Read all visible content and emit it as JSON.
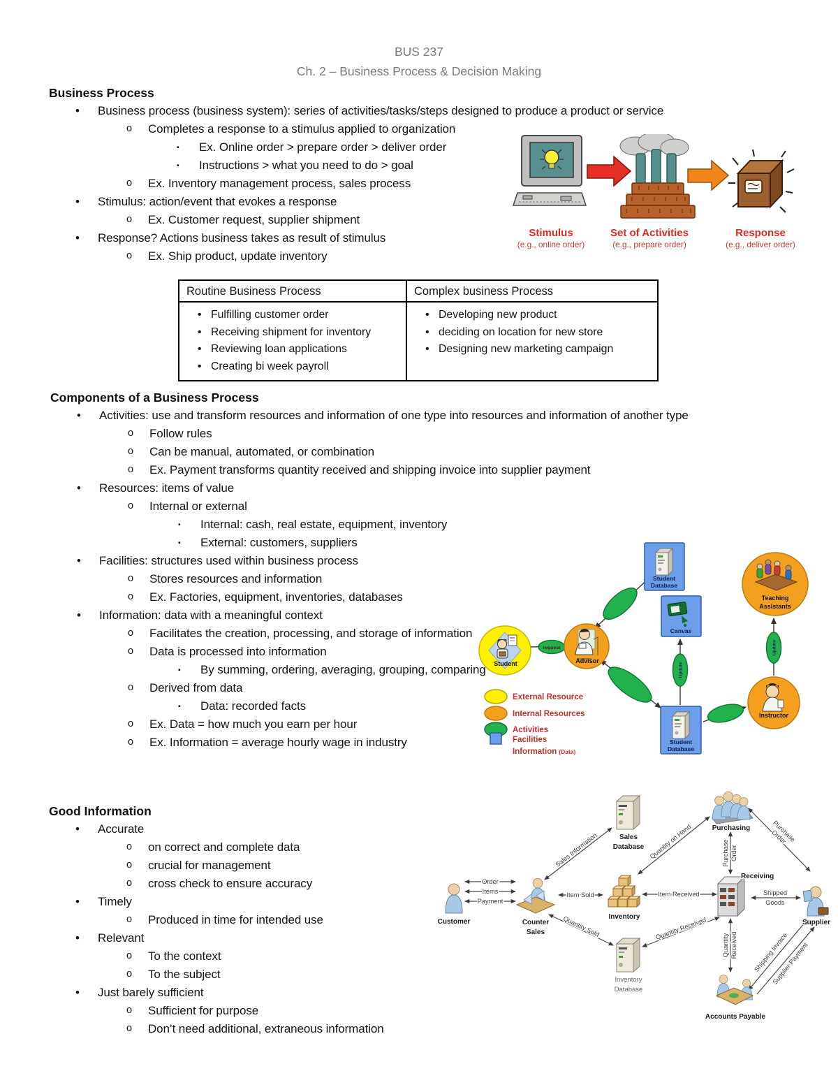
{
  "page": {
    "course": "BUS 237",
    "chapter": "Ch. 2 – Business Process & Decision Making"
  },
  "business_process": {
    "heading": "Business Process",
    "items": [
      "Business process (business system): series of activities/tasks/steps designed to produce a product or service",
      "Completes a response to a stimulus applied to organization",
      "Ex. Online order > prepare order > deliver order",
      "Instructions > what you need to do > goal",
      "Ex. Inventory management process, sales process",
      "Stimulus: action/event that evokes a response",
      "Ex. Customer request, supplier shipment",
      "Response? Actions business takes as result of stimulus",
      "Ex. Ship product, update inventory"
    ]
  },
  "stimulus_diagram": {
    "stimulus": {
      "label": "Stimulus",
      "caption": "(e.g., online order)"
    },
    "activities": {
      "label": "Set of Activities",
      "caption": "(e.g., prepare order)"
    },
    "response": {
      "label": "Response",
      "caption": "(e.g., deliver order)"
    }
  },
  "process_table": {
    "headers": [
      "Routine Business Process",
      "Complex business Process"
    ],
    "routine": [
      "Fulfilling customer order",
      "Receiving shipment for inventory",
      "Reviewing loan applications",
      "Creating bi week payroll"
    ],
    "complex": [
      "Developing new product",
      "deciding on location for new store",
      "Designing new marketing campaign"
    ]
  },
  "components": {
    "heading": "Components of a Business Process",
    "items": [
      "Activities: use and transform resources and information of one type into resources and information of another type",
      "Follow rules",
      "Can be manual, automated, or combination",
      "Ex. Payment transforms quantity received and shipping invoice into supplier payment",
      "Resources: items of value",
      "Internal or external",
      "Internal: cash, real estate, equipment, inventory",
      "External: customers, suppliers",
      "Facilities: structures used within business process",
      "Stores resources and information",
      "Ex. Factories, equipment, inventories, databases",
      "Information: data with a meaningful context",
      "Facilitates the creation, processing, and storage of information",
      "Data is processed into information",
      "By summing, ordering, averaging, grouping, comparing",
      "Derived from data",
      "Data: recorded facts",
      "Ex. Data = how much you earn per hour",
      "Ex. Information = average hourly wage in industry"
    ]
  },
  "advising_diagram": {
    "nodes": {
      "student": "Student",
      "advisor": "Advisor",
      "student_database_top": [
        "Student",
        "Database"
      ],
      "canvas": "Canvas",
      "teaching_assistants": [
        "Teaching",
        "Assistants"
      ],
      "student_database_bottom": [
        "Student",
        "Database"
      ],
      "instructor": "Instructor"
    },
    "activity_labels": {
      "request": "request",
      "update_canvas": "Update",
      "update_ta": "Update"
    },
    "legend": {
      "external": "External Resource",
      "internal": "Internal Resources",
      "activities": "Activities",
      "facilities": "Facilities",
      "information": "Information",
      "information_note": "(Data)"
    }
  },
  "good_information": {
    "heading": "Good Information",
    "items": [
      "Accurate",
      "on correct and complete data",
      "crucial for management",
      "cross check to ensure accuracy",
      "Timely",
      "Produced in time for intended use",
      "Relevant",
      "To the context",
      "To the subject",
      "Just barely sufficient",
      "Sufficient for purpose",
      "Don’t need additional, extraneous information"
    ]
  },
  "sales_diagram": {
    "nodes": {
      "customer": "Customer",
      "counter_sales": [
        "Counter",
        "Sales"
      ],
      "sales_database": [
        "Sales",
        "Database"
      ],
      "inventory": "Inventory",
      "purchasing": "Purchasing",
      "receiving": "Receiving",
      "supplier": "Supplier",
      "inventory_database": [
        "Inventory",
        "Database"
      ],
      "accounts_payable": "Accounts Payable"
    },
    "edges": {
      "order": "Order",
      "items": "Items",
      "payment": "Payment",
      "sales_information": "Sales Information",
      "item_sold": "Item Sold",
      "item_received": "Item Received",
      "quantity_on_hand": "Quantity on Hand",
      "purchase_order_vertical": [
        "Purchase",
        "Order"
      ],
      "purchase_order_diagonal": [
        "Purchase",
        "Order"
      ],
      "shipped_goods": [
        "Shipped",
        "Goods"
      ],
      "quantity_sold": "Quantity Sold",
      "quantity_received_diagonal": "Quantity Received",
      "quantity_received_vertical": [
        "Quantity",
        "Received"
      ],
      "shipping_invoice": "Shipping Invoice",
      "supplier_payment": "Supplier Payment"
    }
  },
  "colors": {
    "header_gray": "#7c7c7c",
    "label_red": "#d92b20",
    "legend_red": "#c43030",
    "external_yellow": "#ffef00",
    "internal_orange": "#f3a01f",
    "activity_green": "#22b14c",
    "facility_blue": "#6d9eeb"
  }
}
